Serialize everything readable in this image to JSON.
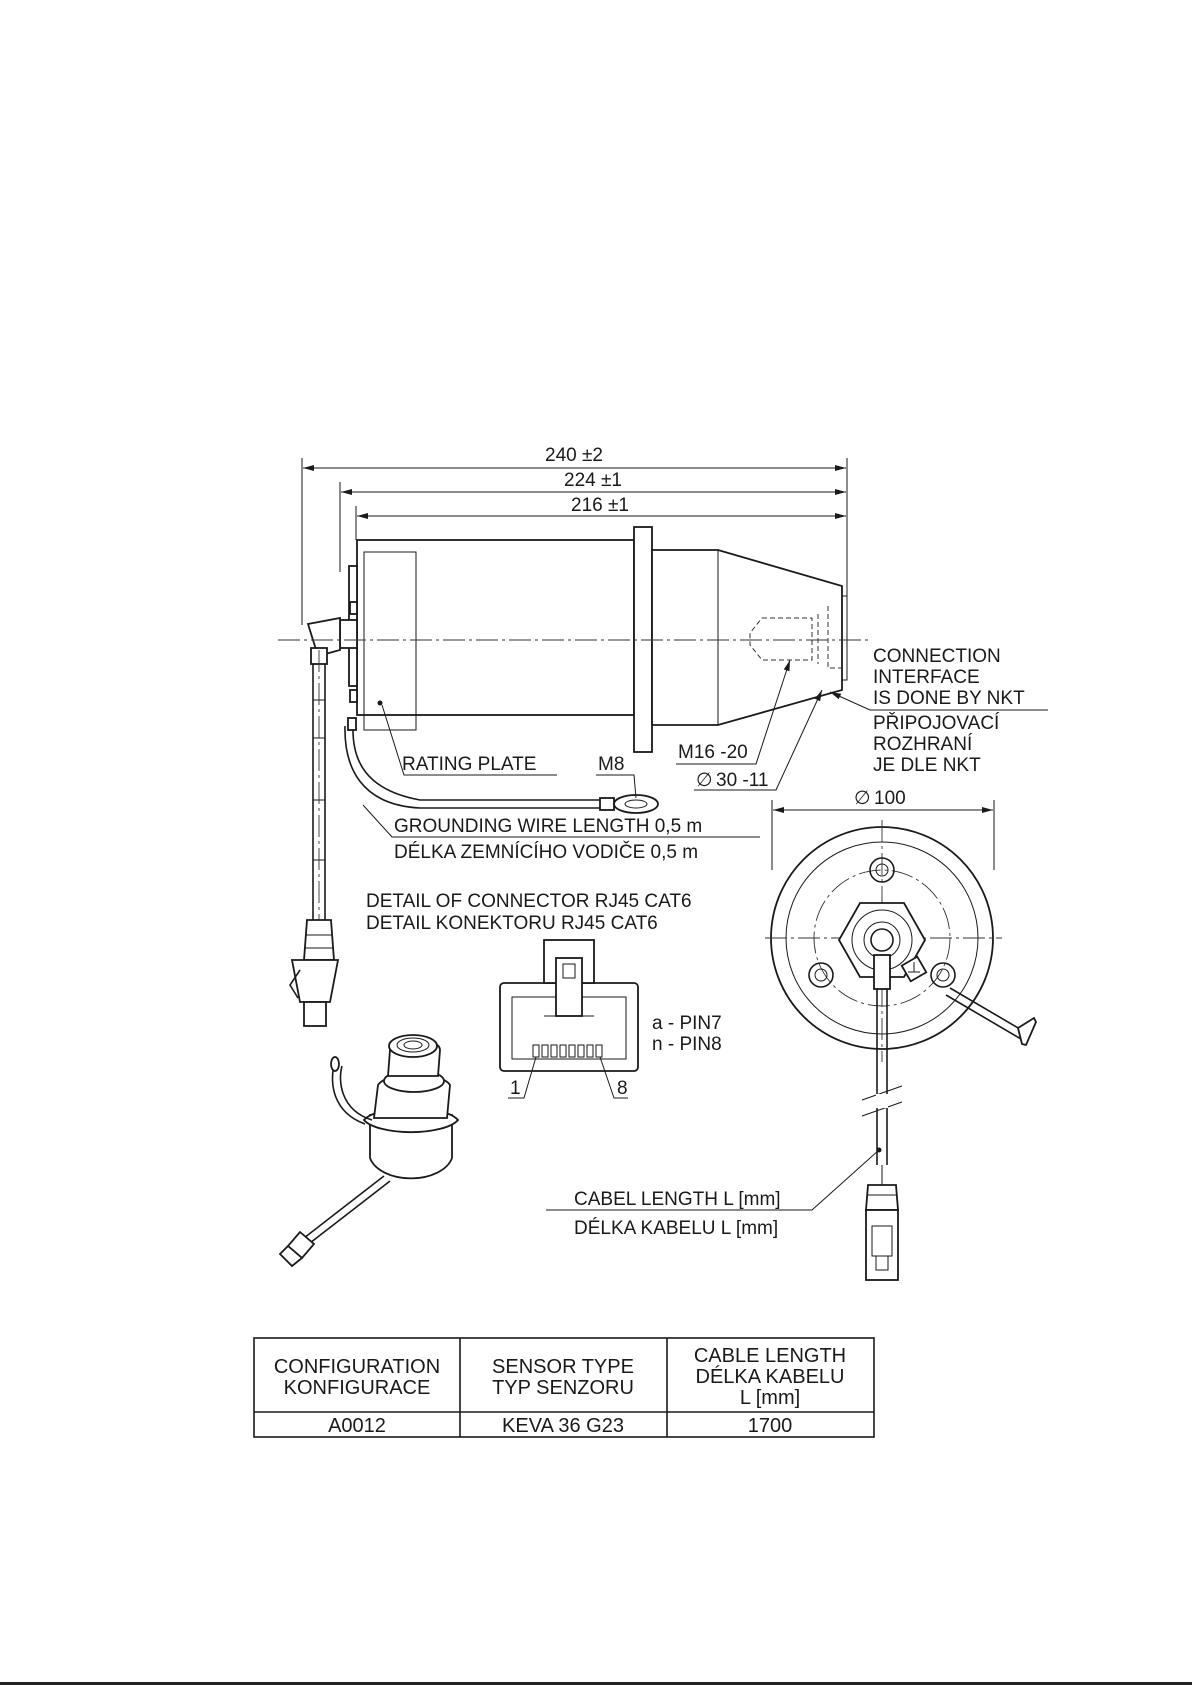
{
  "dimensions": {
    "overall_length": "240 ±2",
    "length_2": "224 ±1",
    "length_3": "216 ±1",
    "thread": "M16 -20",
    "bore": "30 -11",
    "diameter": "100",
    "ring_terminal": "M8"
  },
  "labels": {
    "connection_interface": [
      "CONNECTION",
      "INTERFACE",
      "IS DONE BY NKT"
    ],
    "connection_interface_cz": [
      "PŘIPOJOVACÍ",
      "ROZHRANÍ",
      "JE DLE NKT"
    ],
    "rating_plate": "RATING PLATE",
    "grounding_wire_en": "GROUNDING WIRE LENGTH 0,5 m",
    "grounding_wire_cz": "DÉLKA ZEMNÍCÍHO VODIČE 0,5 m",
    "connector_detail_en": "DETAIL OF CONNECTOR RJ45 CAT6",
    "connector_detail_cz": "DETAIL KONEKTORU RJ45 CAT6",
    "pin_a": "a - PIN7",
    "pin_n": "n - PIN8",
    "pin_first": "1",
    "pin_last": "8",
    "cable_length_en": "CABEL LENGTH L [mm]",
    "cable_length_cz": "DÉLKA KABELU L [mm]"
  },
  "table": {
    "headers": [
      [
        "CONFIGURATION",
        "KONFIGURACE"
      ],
      [
        "SENSOR TYPE",
        "TYP SENZORU"
      ],
      [
        "CABLE LENGTH",
        "DÉLKA KABELU",
        "L [mm]"
      ]
    ],
    "rows": [
      [
        "A0012",
        "KEVA 36 G23",
        "1700"
      ]
    ]
  }
}
